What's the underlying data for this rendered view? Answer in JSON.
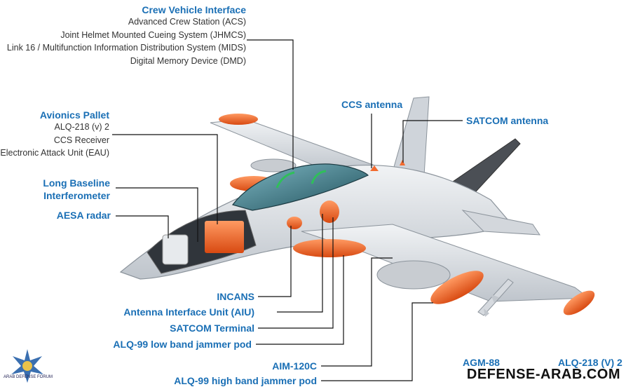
{
  "callouts": {
    "crew_vehicle": {
      "title": "Crew Vehicle Interface",
      "items": [
        "Advanced Crew Station (ACS)",
        "Joint Helmet Mounted Cueing System (JHMCS)",
        "Link 16 / Multifunction Information Distribution System (MIDS)",
        "Digital Memory Device (DMD)"
      ]
    },
    "avionics_pallet": {
      "title": "Avionics Pallet",
      "items": [
        "ALQ-218 (v) 2",
        "CCS Receiver",
        "Electronic Attack Unit (EAU)"
      ]
    },
    "long_baseline": {
      "title_line1": "Long Baseline",
      "title_line2": "Interferometer"
    },
    "aesa": {
      "title": "AESA radar"
    },
    "ccs_antenna": {
      "title": "CCS antenna"
    },
    "satcom_antenna": {
      "title": "SATCOM antenna"
    },
    "incans": {
      "title": "INCANS"
    },
    "aiu": {
      "title": "Antenna Interface Unit (AIU)"
    },
    "satcom_terminal": {
      "title": "SATCOM Terminal"
    },
    "low_band": {
      "title": "ALQ-99 low band jammer pod"
    },
    "aim120": {
      "title": "AIM-120C"
    },
    "high_band": {
      "title": "ALQ-99 high band jammer pod"
    },
    "agm88": {
      "title": "AGM-88"
    },
    "alq218": {
      "title": "ALQ-218 (V) 2"
    }
  },
  "watermark": {
    "text": "DEFENSE-ARAB.COM",
    "logo_text": "ARAB DEFENSE FORUM"
  },
  "colors": {
    "label_blue": "#1a6fb5",
    "pod_orange": "#f26a2e",
    "aircraft_gray": "#d9dde2",
    "canopy_teal": "#2f6d7a"
  }
}
